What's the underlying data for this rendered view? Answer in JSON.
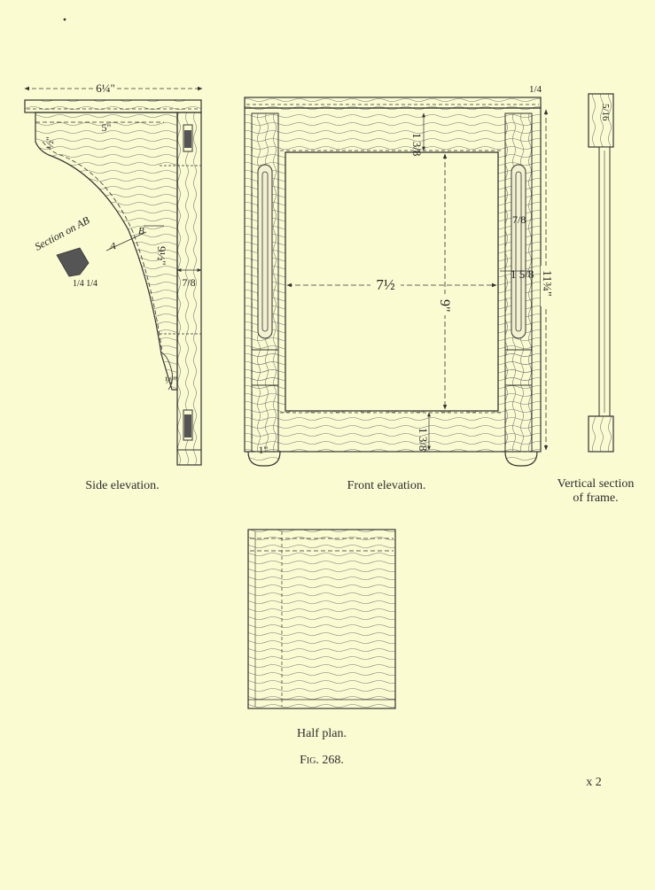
{
  "captions": {
    "side_elevation": "Side elevation.",
    "front_elevation": "Front elevation.",
    "vertical_section_line1": "Vertical section",
    "vertical_section_line2": "of frame.",
    "half_plan": "Half plan.",
    "figure_number": "Fig. 268.",
    "page_marker": "x 2"
  },
  "side_elevation": {
    "dim_total_width": "6¼\"",
    "dim_inner_width": "5\"",
    "dim_top_radius": "½\"",
    "dim_bottom_radius": "½\"",
    "dim_curve_offset": "9½\"",
    "dim_post_thickness": "7/8",
    "section_label": "Section on AB",
    "point_a": "A",
    "point_b": "B",
    "section_dim": "1/4 1/4"
  },
  "front_elevation": {
    "dim_top_thickness": "1/4",
    "dim_top_rail": "1 3/8",
    "dim_bottom_rail": "1 3/8",
    "dim_opening_width": "7½",
    "dim_opening_height": "9\"",
    "dim_stile_width": "1 5/8",
    "dim_post_thickness": "7/8",
    "dim_overall_height": "11¾\"",
    "dim_foot": "1\""
  },
  "vertical_section": {
    "dim_top": "5/16"
  },
  "colors": {
    "paper": "#fbfbd2",
    "ink": "#333333",
    "wood_fill": "#f3f1d0"
  }
}
